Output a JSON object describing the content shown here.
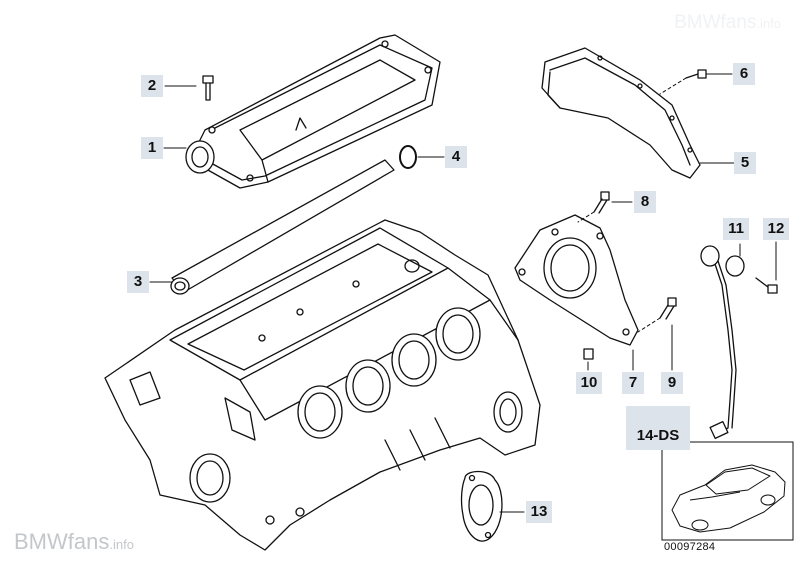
{
  "watermark": {
    "brand": "BMWfans",
    "suffix": ".info"
  },
  "reference_number": "00097284",
  "callouts": [
    {
      "id": "1",
      "label": "1"
    },
    {
      "id": "2",
      "label": "2"
    },
    {
      "id": "3",
      "label": "3"
    },
    {
      "id": "4",
      "label": "4"
    },
    {
      "id": "5",
      "label": "5"
    },
    {
      "id": "6",
      "label": "6"
    },
    {
      "id": "7",
      "label": "7"
    },
    {
      "id": "8",
      "label": "8"
    },
    {
      "id": "9",
      "label": "9"
    },
    {
      "id": "10",
      "label": "10"
    },
    {
      "id": "11",
      "label": "11"
    },
    {
      "id": "12",
      "label": "12"
    },
    {
      "id": "13",
      "label": "13"
    },
    {
      "id": "14ds",
      "label": "14-DS"
    }
  ],
  "colors": {
    "callout_bg": "#dde3ea",
    "line": "#111111",
    "watermark": "#c4c7ca"
  }
}
